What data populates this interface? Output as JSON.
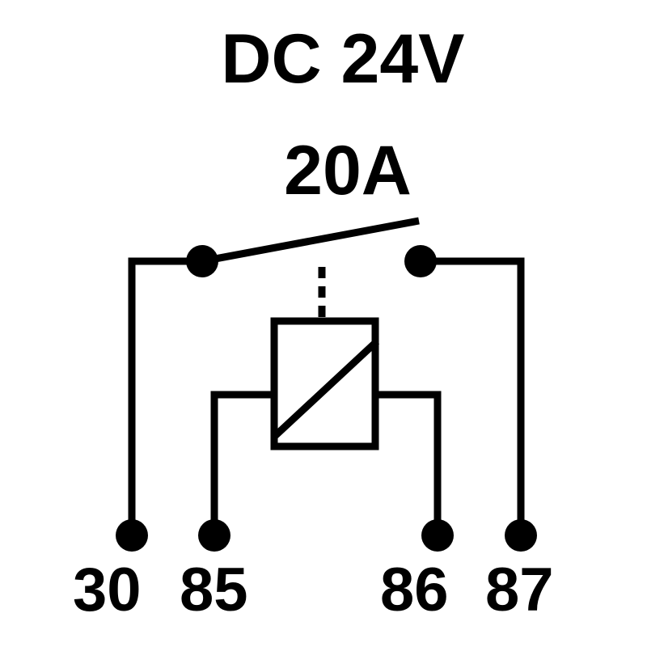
{
  "title": {
    "voltage": "DC 24V",
    "current": "20A"
  },
  "pins": [
    {
      "label": "30"
    },
    {
      "label": "85"
    },
    {
      "label": "86"
    },
    {
      "label": "87"
    }
  ],
  "colors": {
    "line": "#000000",
    "background": "#ffffff"
  }
}
